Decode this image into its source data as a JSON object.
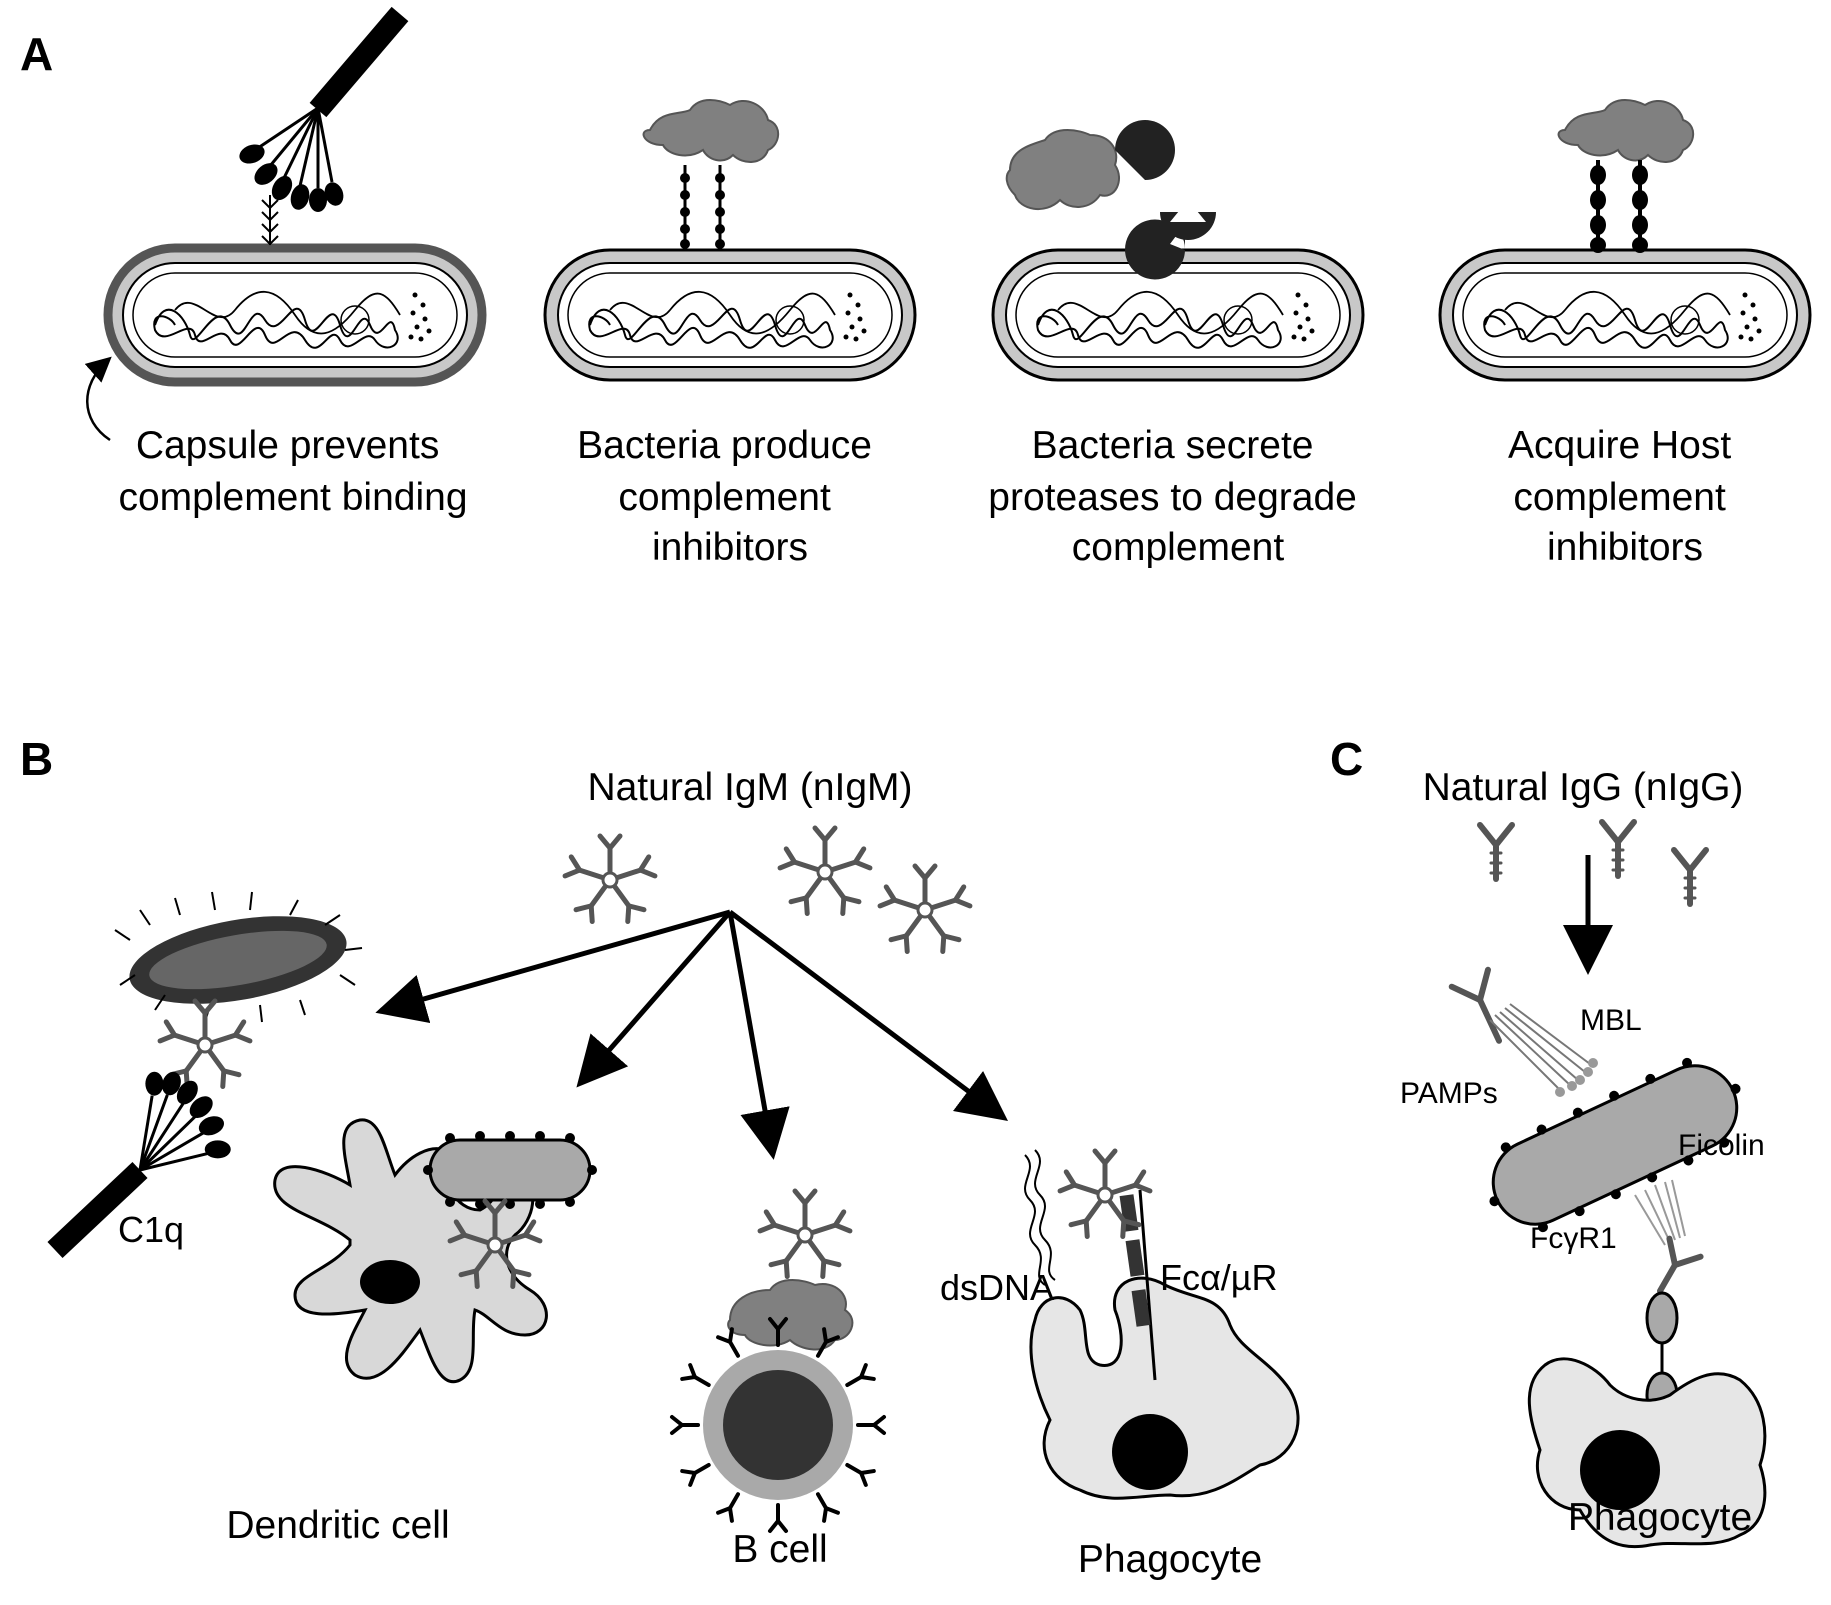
{
  "panels": {
    "a": {
      "letter": "A",
      "captions": [
        [
          "Capsule prevents",
          "complement binding"
        ],
        [
          "Bacteria produce",
          "complement",
          "inhibitors"
        ],
        [
          "Bacteria secrete",
          "proteases to degrade",
          "complement"
        ],
        [
          "Acquire Host",
          "complement",
          "inhibitors"
        ]
      ]
    },
    "b": {
      "letter": "B",
      "title": "Natural IgM (nIgM)",
      "labels": {
        "c1q": "C1q",
        "dendritic": "Dendritic cell",
        "bcell": "B cell",
        "dsdna": "dsDNA",
        "fcr": "Fcα/µR",
        "phagocyte": "Phagocyte"
      }
    },
    "c": {
      "letter": "C",
      "title": "Natural IgG (nIgG)",
      "labels": {
        "mbl": "MBL",
        "pamps": "PAMPs",
        "ficolin": "Ficolin",
        "fcgr1": "FcγR1",
        "phagocyte": "Phagocyte"
      }
    }
  },
  "colors": {
    "ink": "#000000",
    "mid_gray": "#808080",
    "light_gray": "#d8d8d8",
    "bacterium_fill": "#a9a9a9"
  }
}
